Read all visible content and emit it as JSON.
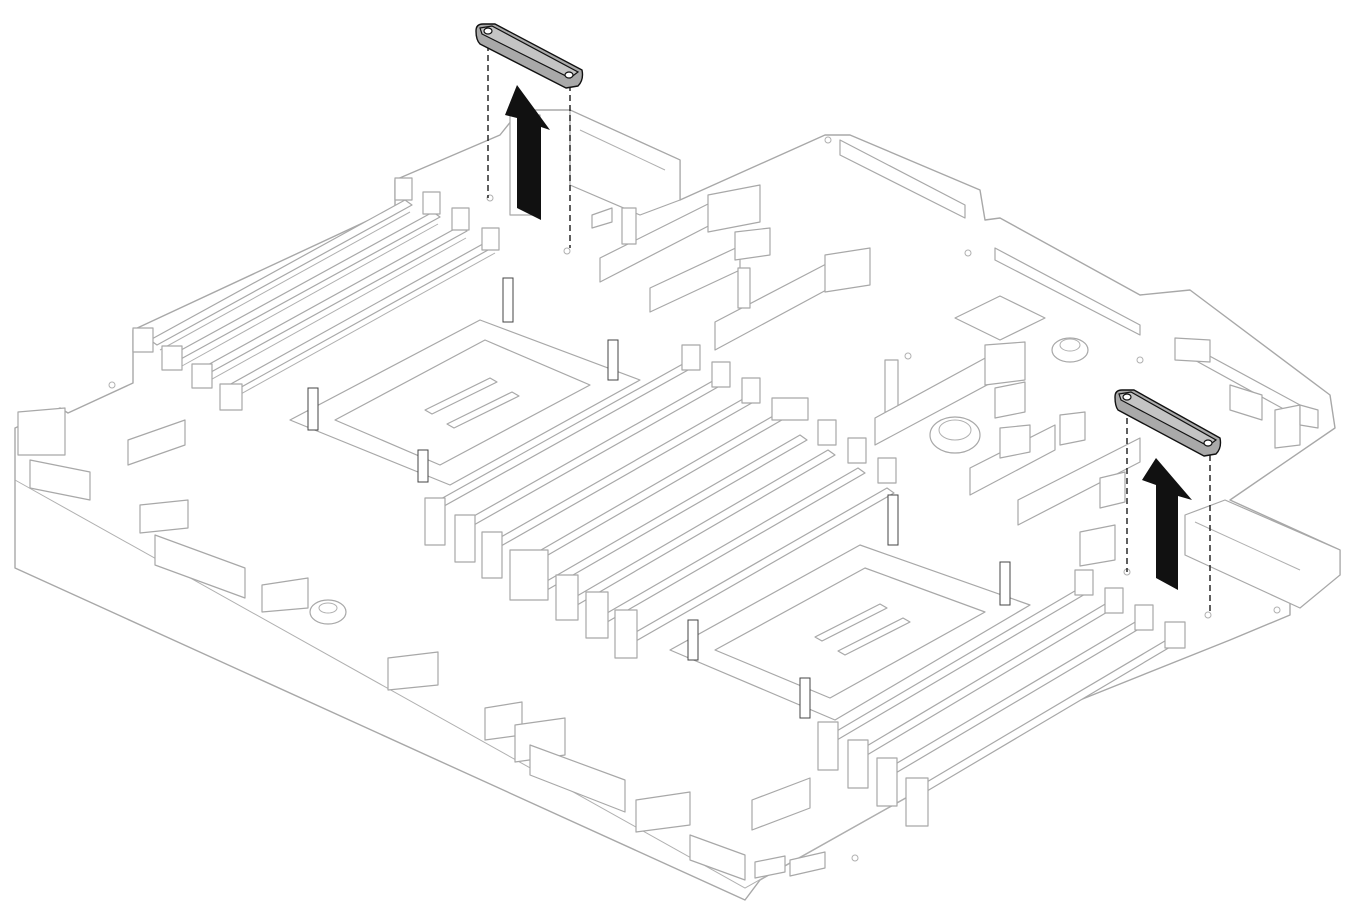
{
  "figure": {
    "kind": "exploded-view",
    "subject": "system board",
    "colors": {
      "outline": "#a8a8a8",
      "bracket_fill": "#a9a9a9",
      "arrow": "#111111",
      "dash": "#1a1a1a"
    },
    "icons": [
      "up-arrow-icon",
      "up-arrow-icon"
    ],
    "callouts": [
      {
        "part": "bracket",
        "direction": "up"
      },
      {
        "part": "bracket",
        "direction": "up"
      }
    ]
  }
}
